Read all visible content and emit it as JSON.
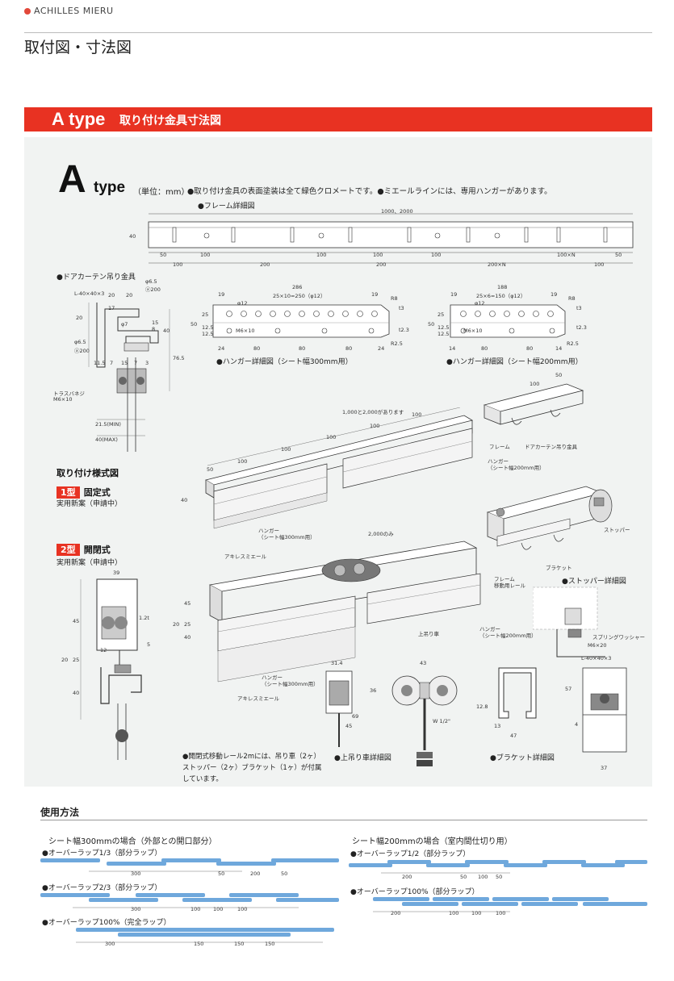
{
  "header": {
    "brand": "ACHILLES MIERU",
    "page_title": "取付図・寸法図"
  },
  "banner": {
    "type_label": "A type",
    "title": "取り付け金具寸法図"
  },
  "section": {
    "big_letter": "A",
    "type_word": "type",
    "unit": "（単位：mm）",
    "note": "●取り付け金具の表面塗装は全て緑色クロメートです。●ミエールラインには、専用ハンガーがあります。"
  },
  "frame": {
    "title": "●フレーム詳細図",
    "total": "1000、2000",
    "height": "40",
    "row1": [
      "50",
      "100",
      "100",
      "100",
      "100",
      "100×N",
      "50"
    ],
    "row2": [
      "100",
      "200",
      "200",
      "200×N",
      "100"
    ]
  },
  "door": {
    "title": "●ドアカーテン吊り金具",
    "angle": "L-40×40×3",
    "d1": "φ6.5",
    "d1b": "ⓐ200",
    "d2": "φ6.5",
    "d2b": "ⓐ200",
    "bolt_label": "トラスバネジ",
    "bolt_size": "M6×10",
    "min": "21.5(MIN)",
    "max": "40(MAX)",
    "dims": [
      "20",
      "20",
      "20",
      "17",
      "15",
      "8",
      "40",
      "76.5",
      "11.5",
      "7",
      "15",
      "7",
      "3",
      "φ7"
    ]
  },
  "hanger300": {
    "caption": "●ハンガー詳細図（シート幅300mm用）",
    "width": "286",
    "pitch": "25×10=250（φ12）",
    "hole": "φ12",
    "bolt": "M6×10",
    "r8": "R8",
    "r25": "R2.5",
    "t3": "t3",
    "t123": "t2.3",
    "top": [
      "19",
      "19"
    ],
    "side": [
      "50",
      "25",
      "12.5",
      "12.5"
    ],
    "bottom": [
      "24",
      "80",
      "80",
      "80",
      "24"
    ]
  },
  "hanger200": {
    "caption": "●ハンガー詳細図（シート幅200mm用）",
    "width": "188",
    "pitch": "25×6=150（φ12）",
    "hole": "φ12",
    "bolt": "M6×10",
    "r8": "R8",
    "r25": "R2.5",
    "t3": "t3",
    "t123": "t2.3",
    "top": [
      "19",
      "19"
    ],
    "side": [
      "50",
      "25",
      "12.5",
      "12.5"
    ],
    "bottom": [
      "14",
      "80",
      "80",
      "14"
    ]
  },
  "mount": {
    "heading": "取り付け様式図",
    "type1_tag": "1型",
    "type1_name": "固定式",
    "type1_patent": "実用新案（申請中）",
    "type2_tag": "2型",
    "type2_name": "開閉式",
    "type2_patent": "実用新案（申請中）",
    "span_note": "1,000と2,000があります",
    "spans": [
      "50",
      "100",
      "100",
      "100",
      "100",
      "100"
    ],
    "frame_label": "フレーム",
    "hanger_label": "ハンガー",
    "hanger200_label": "（シート幅200mm用）",
    "hanger300_label": "ハンガー",
    "hanger300_sub": "（シート幅300mm用）",
    "achilles_label": "アキレスミエール",
    "door_fitting": "ドアカーテン吊り金具",
    "dim_100": "100",
    "dim_50": "50",
    "dim_40": "40",
    "dim_2000": "2,000のみ",
    "stopper": "ストッパー",
    "bracket": "ブラケット",
    "rail_label": "フレーム",
    "rail_sub": "移動用レール",
    "roller_label": "上吊り車",
    "hanger2": "ハンガー",
    "hanger2_sub": "（シート幅200mm用）",
    "hanger3": "ハンガー",
    "hanger3_sub": "（シート幅300mm用）",
    "achilles2": "アキレスミエール",
    "dims2": [
      "45",
      "25",
      "20",
      "40"
    ]
  },
  "side2": {
    "w": "39",
    "dims": [
      "45",
      "1.2t",
      "5",
      "12",
      "20",
      "25",
      "40"
    ]
  },
  "stopper": {
    "caption": "●ストッパー詳細図",
    "spring": "スプリングワッシャー",
    "m6": "M6×20",
    "angle": "L-40×40×3"
  },
  "roller": {
    "caption": "●上吊り車詳細図",
    "d1": "31.4",
    "d2": "43",
    "d3": "36",
    "d4": "45",
    "d5": "69",
    "w": "W 1/2\""
  },
  "bracket": {
    "caption": "●ブラケット詳細図",
    "h": "57",
    "w1": "12.8",
    "w2": "13",
    "w3": "47",
    "w4": "37",
    "w5": "4"
  },
  "open_note": "●開閉式移動レール2mには、吊り車（2ヶ）ストッパー（2ヶ）ブラケット（1ヶ）が付属しています。",
  "usage": {
    "title": "使用方法",
    "left_title": "シート幅300mmの場合（外部との開口部分）",
    "right_title": "シート幅200mmの場合（室内間仕切り用）",
    "l1": "●オーバーラップ1/3（部分ラップ）",
    "l1_dims": [
      "300",
      "50",
      "200",
      "50"
    ],
    "l2": "●オーバーラップ2/3（部分ラップ）",
    "l2_dims": [
      "300",
      "100",
      "100",
      "100"
    ],
    "l3": "●オーバーラップ100%（完全ラップ）",
    "l3_dims": [
      "300",
      "150",
      "150",
      "150"
    ],
    "r1": "●オーバーラップ1/2（部分ラップ）",
    "r1_dims": [
      "200",
      "50",
      "100",
      "50"
    ],
    "r2": "●オーバーラップ100%（部分ラップ）",
    "r2_dims": [
      "200",
      "100",
      "100",
      "100"
    ]
  },
  "colors": {
    "accent": "#e83222",
    "panel": "#f1f3f2",
    "sheet": "#6fa8dc"
  }
}
